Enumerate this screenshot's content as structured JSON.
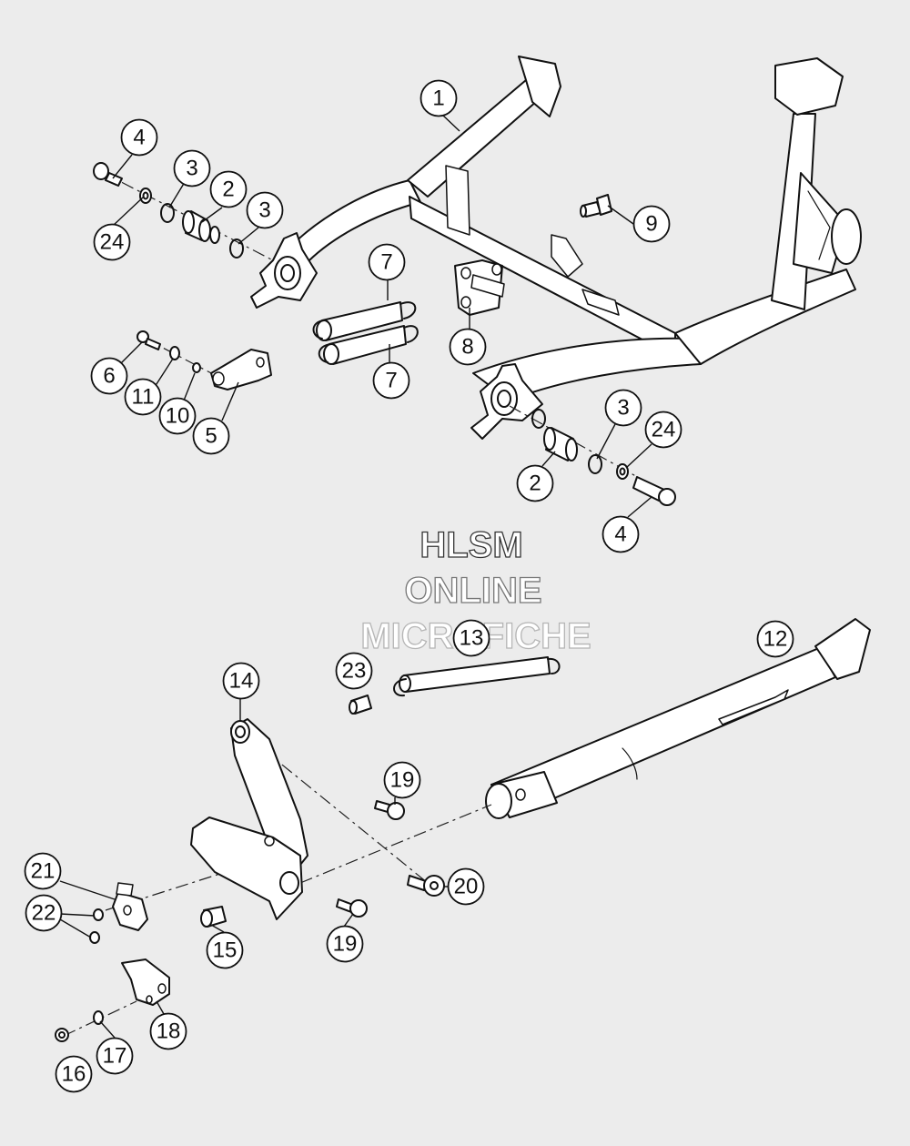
{
  "watermark": {
    "line1": "HLSM",
    "line2": "ONLINE",
    "line3": "MICROFICHE",
    "color_line1": "#333333",
    "color_line2": "#777777",
    "color_line3": "#b5b5b5"
  },
  "callouts": {
    "c1": "1",
    "c2a": "2",
    "c2b": "2",
    "c3a": "3",
    "c3b": "3",
    "c3c": "3",
    "c4a": "4",
    "c4b": "4",
    "c5": "5",
    "c6": "6",
    "c7a": "7",
    "c7b": "7",
    "c8": "8",
    "c9": "9",
    "c10": "10",
    "c11": "11",
    "c12": "12",
    "c13": "13",
    "c14": "14",
    "c15": "15",
    "c16": "16",
    "c17": "17",
    "c18": "18",
    "c19a": "19",
    "c19b": "19",
    "c20": "20",
    "c21": "21",
    "c22": "22",
    "c23": "23",
    "c24a": "24",
    "c24b": "24"
  }
}
